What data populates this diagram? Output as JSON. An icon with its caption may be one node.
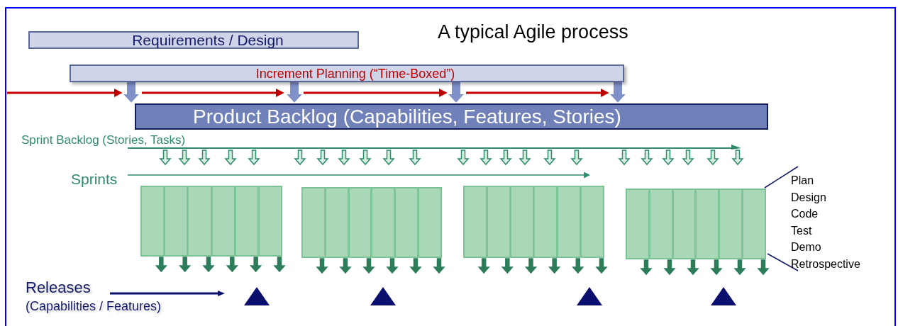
{
  "diagram": {
    "title": "A typical Agile process",
    "nodes": [
      {
        "text": [
          "Requirements / Design"
        ]
      },
      {
        "text": [
          "Increment Planning (“Time-Boxed”)"
        ]
      },
      {
        "text": [
          "Product Backlog (Capabilities, Features, Stories)"
        ]
      },
      {
        "text": [
          "Sprint Backlog (Stories, Tasks)"
        ]
      },
      {
        "text": [],
        "shape": "box"
      },
      {
        "text": [],
        "shape": "box"
      },
      {
        "text": [],
        "shape": "box"
      },
      {
        "text": [],
        "shape": "box"
      },
      {
        "text": [
          "Releases",
          "(Capabilities / Features)"
        ]
      },
      {
        "text": [],
        "shape": "triangle"
      },
      {
        "text": [],
        "shape": "triangle"
      },
      {
        "text": [],
        "shape": "triangle"
      },
      {
        "text": [],
        "shape": "triangle"
      }
    ],
    "edges": [
      {
        "from": 1,
        "to": 2,
        "arrow": "to",
        "color": "#8090c8"
      },
      {
        "from": 1,
        "to": 2,
        "arrow": "to",
        "color": "#8090c8"
      },
      {
        "from": 1,
        "to": 2,
        "arrow": "to",
        "color": "#8090c8"
      },
      {
        "from": 1,
        "to": 2,
        "arrow": "to",
        "color": "#8090c8"
      },
      {
        "from": 8,
        "to": 9,
        "arrow": "to",
        "color": "#0a0f6e"
      },
      {
        "from": 3,
        "to": null,
        "arrow": "to"
      },
      {
        "from": 3,
        "to": null,
        "arrow": "to"
      },
      {
        "from": 3,
        "to": null,
        "arrow": "to"
      },
      {
        "from": 3,
        "to": null,
        "arrow": "to"
      },
      {
        "from": 3,
        "to": null,
        "arrow": "to"
      },
      {
        "from": 3,
        "to": null,
        "arrow": "to"
      },
      {
        "from": 3,
        "to": null,
        "arrow": "to"
      },
      {
        "from": 3,
        "to": null,
        "arrow": "to"
      },
      {
        "from": 3,
        "to": null,
        "arrow": "to"
      },
      {
        "from": 3,
        "to": null,
        "arrow": "to"
      },
      {
        "from": 3,
        "to": null,
        "arrow": "to"
      },
      {
        "from": 3,
        "to": null,
        "arrow": "to"
      },
      {
        "from": 3,
        "to": null,
        "arrow": "to"
      },
      {
        "from": 3,
        "to": null,
        "arrow": "to"
      },
      {
        "from": 3,
        "to": null,
        "arrow": "to"
      },
      {
        "from": 3,
        "to": null,
        "arrow": "to"
      },
      {
        "from": 3,
        "to": null,
        "arrow": "to"
      },
      {
        "from": 3,
        "to": null,
        "arrow": "to"
      },
      {
        "from": 3,
        "to": null,
        "arrow": "to"
      },
      {
        "from": 3,
        "to": null,
        "arrow": "to"
      },
      {
        "from": 3,
        "to": null,
        "arrow": "to"
      },
      {
        "from": 3,
        "to": null,
        "arrow": "to"
      },
      {
        "from": 3,
        "to": null,
        "arrow": "to"
      },
      {
        "from": 4,
        "to": null,
        "arrow": "to",
        "color": "#2e7d5a"
      },
      {
        "from": 4,
        "to": null,
        "arrow": "to",
        "color": "#2e7d5a"
      },
      {
        "from": 4,
        "to": null,
        "arrow": "to",
        "color": "#2e7d5a"
      },
      {
        "from": 4,
        "to": null,
        "arrow": "to",
        "color": "#2e7d5a"
      },
      {
        "from": 4,
        "to": null,
        "arrow": "to",
        "color": "#2e7d5a"
      },
      {
        "from": 4,
        "to": null,
        "arrow": "to",
        "color": "#2e7d5a"
      },
      {
        "from": 5,
        "to": null,
        "arrow": "to",
        "color": "#2e7d5a"
      },
      {
        "from": 5,
        "to": null,
        "arrow": "to",
        "color": "#2e7d5a"
      },
      {
        "from": 5,
        "to": null,
        "arrow": "to",
        "color": "#2e7d5a"
      },
      {
        "from": 5,
        "to": null,
        "arrow": "to",
        "color": "#2e7d5a"
      },
      {
        "from": 5,
        "to": null,
        "arrow": "to",
        "color": "#2e7d5a"
      },
      {
        "from": 5,
        "to": null,
        "arrow": "to",
        "color": "#2e7d5a"
      },
      {
        "from": 6,
        "to": null,
        "arrow": "to",
        "color": "#2e7d5a"
      },
      {
        "from": 6,
        "to": null,
        "arrow": "to",
        "color": "#2e7d5a"
      },
      {
        "from": 6,
        "to": null,
        "arrow": "to",
        "color": "#2e7d5a"
      },
      {
        "from": 6,
        "to": null,
        "arrow": "to",
        "color": "#2e7d5a"
      },
      {
        "from": 6,
        "to": null,
        "arrow": "to",
        "color": "#2e7d5a"
      },
      {
        "from": 6,
        "to": null,
        "arrow": "to",
        "color": "#2e7d5a"
      },
      {
        "from": 7,
        "to": null,
        "arrow": "to",
        "color": "#2e7d5a"
      },
      {
        "from": 7,
        "to": null,
        "arrow": "to",
        "color": "#2e7d5a"
      },
      {
        "from": 7,
        "to": null,
        "arrow": "to",
        "color": "#2e7d5a"
      },
      {
        "from": 7,
        "to": null,
        "arrow": "to",
        "color": "#2e7d5a"
      },
      {
        "from": 7,
        "to": null,
        "arrow": "to",
        "color": "#2e7d5a"
      },
      {
        "from": 7,
        "to": null,
        "arrow": "to",
        "color": "#2e7d5a"
      }
    ],
    "labels": [
      "Sprints",
      "Plan",
      "Design",
      "Code",
      "Test",
      "Demo",
      "Retrospective"
    ]
  }
}
